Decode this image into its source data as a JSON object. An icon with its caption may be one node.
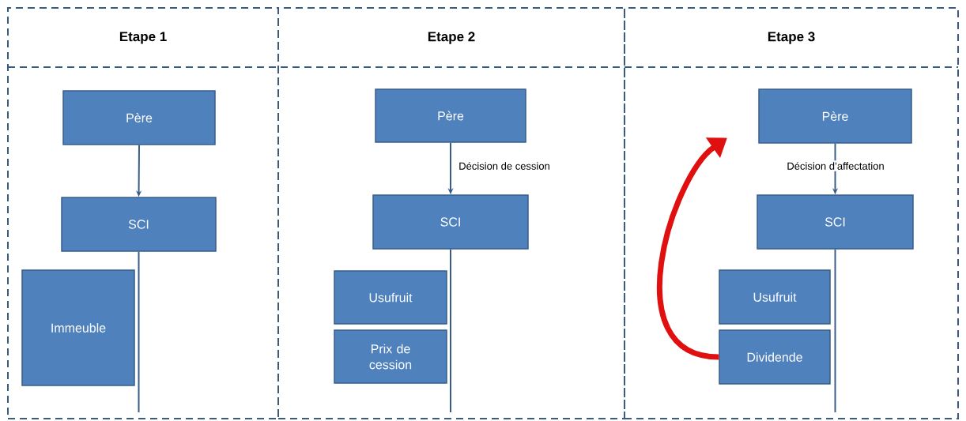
{
  "diagram": {
    "nodes": [
      {
        "text": [
          "Etape 1"
        ]
      },
      {
        "text": [
          "Père"
        ],
        "in": 0
      },
      {
        "text": [
          "SCI"
        ],
        "in": 0
      },
      {
        "text": [
          "Immeuble"
        ],
        "in": 0
      },
      {
        "text": [
          "Etape 2"
        ]
      },
      {
        "text": [
          "Père"
        ],
        "in": 4
      },
      {
        "text": [
          "SCI"
        ],
        "in": 4
      },
      {
        "text": [
          "Usufruit"
        ],
        "in": 4
      },
      {
        "text": [
          "Prix de cession"
        ],
        "in": 4
      },
      {
        "text": [
          "Etape 3"
        ]
      },
      {
        "text": [
          "Père"
        ],
        "in": 9
      },
      {
        "text": [
          "SCI"
        ],
        "in": 9
      },
      {
        "text": [
          "Usufruit"
        ],
        "in": 9
      },
      {
        "text": [
          "Dividende"
        ],
        "in": 9
      }
    ],
    "edges": [
      {
        "from": 1,
        "to": 2,
        "arrow": "to"
      },
      {
        "from": 2,
        "to": null,
        "arrow": "none"
      },
      {
        "from": 5,
        "to": 6,
        "arrow": "to",
        "label": "Décision de cession"
      },
      {
        "from": 6,
        "to": null,
        "arrow": "none"
      },
      {
        "from": 10,
        "to": 11,
        "arrow": "to",
        "label": "Décision d’affectation"
      },
      {
        "from": 11,
        "to": null,
        "arrow": "none"
      },
      {
        "from": 13,
        "to": 10,
        "arrow": "to",
        "style": "thick",
        "color": "#e01010"
      }
    ]
  }
}
